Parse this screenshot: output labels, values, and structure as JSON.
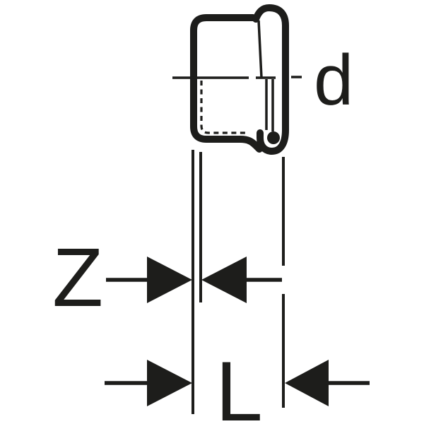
{
  "diagram": {
    "labels": {
      "diameter": "d",
      "z_dimension": "Z",
      "length": "L"
    },
    "colors": {
      "line": "#1d1d1b",
      "background": "#ffffff"
    }
  }
}
